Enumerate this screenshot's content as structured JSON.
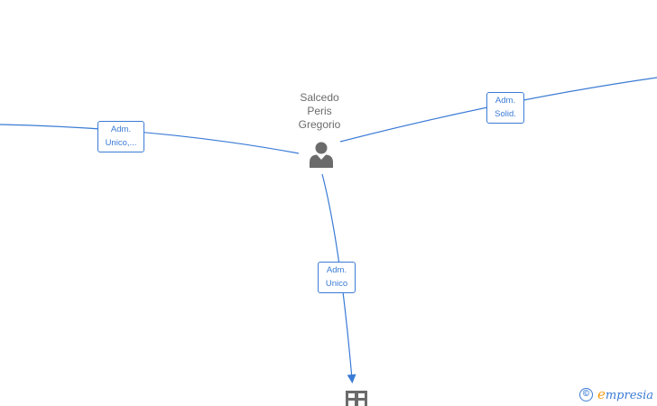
{
  "person": {
    "name_lines": [
      "Salcedo",
      "Peris",
      "Gregorio"
    ],
    "icon": "person-icon"
  },
  "relations": [
    {
      "id": "left",
      "lines": [
        "Adm.",
        "Unico,..."
      ]
    },
    {
      "id": "right",
      "lines": [
        "Adm.",
        "Solid."
      ]
    },
    {
      "id": "down",
      "lines": [
        "Adm.",
        "Unico"
      ]
    }
  ],
  "company": {
    "icon": "company-building-icon"
  },
  "watermark": {
    "symbol": "©",
    "brand_first": "e",
    "brand_rest": "mpresia"
  },
  "colors": {
    "edge": "#3a7bd5",
    "node_icon": "#6b6b6b",
    "label_text": "#6b6b6b",
    "brand_accent": "#f39c12"
  }
}
